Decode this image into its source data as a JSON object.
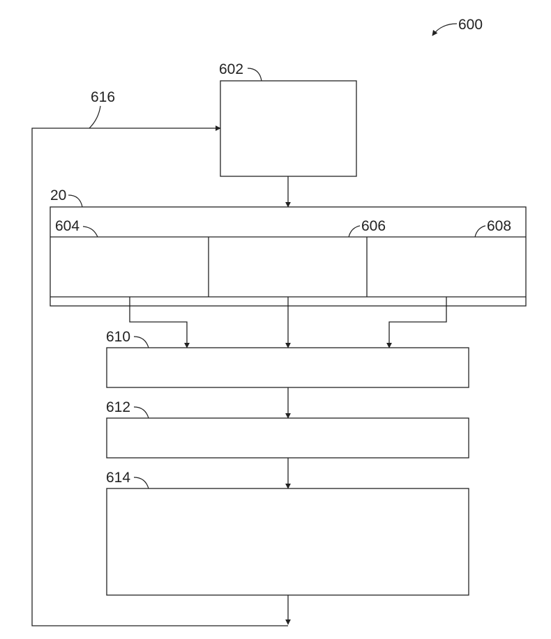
{
  "figure": {
    "ref": "600",
    "blocks": {
      "b602": {
        "ref": "602"
      },
      "system": {
        "ref": "20"
      },
      "b604": {
        "ref": "604"
      },
      "b606": {
        "ref": "606"
      },
      "b608": {
        "ref": "608"
      },
      "b610": {
        "ref": "610"
      },
      "b612": {
        "ref": "612"
      },
      "b614": {
        "ref": "614"
      }
    },
    "feedback": {
      "ref": "616"
    }
  }
}
